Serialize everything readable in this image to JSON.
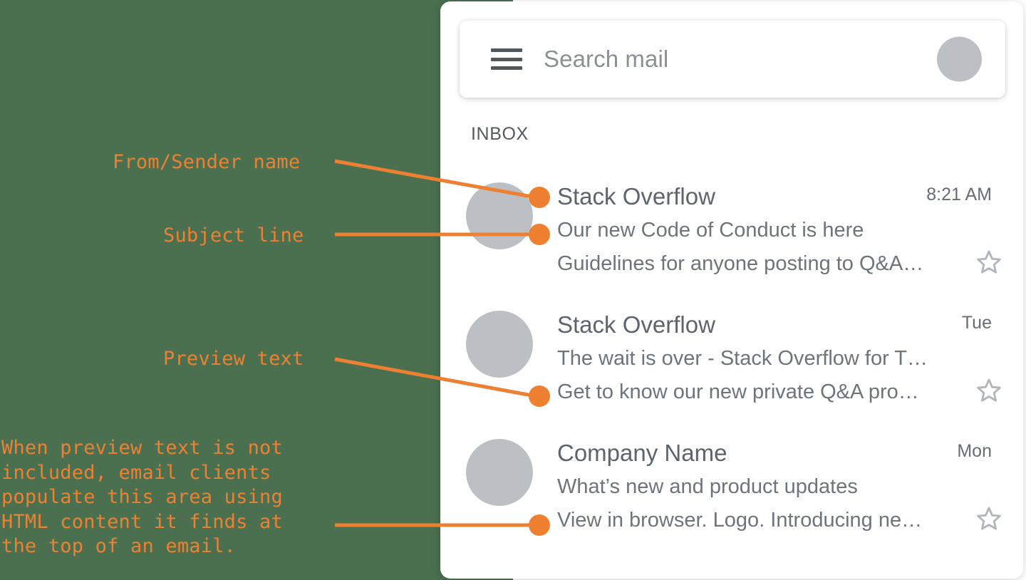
{
  "colors": {
    "backdrop_green": "#4a7050",
    "accent_orange": "#ee8031",
    "avatar_gray": "#bcc0c5",
    "text_gray": "#6e747b",
    "icon_slate": "#53575e",
    "panel_white": "#ffffff"
  },
  "mail_app": {
    "search": {
      "placeholder": "Search mail",
      "menu_icon": "hamburger-menu-icon",
      "avatar_icon": "account-avatar"
    },
    "folder_label": "INBOX",
    "emails": [
      {
        "sender": "Stack Overflow",
        "subject": "Our new Code of Conduct is here",
        "preview": "Guidelines for anyone posting to Q&A…",
        "time": "8:21 AM",
        "starred": false,
        "star_icon": "star-outline-icon"
      },
      {
        "sender": "Stack Overflow",
        "subject": "The wait is over - Stack Overflow for T…",
        "preview": "Get to know our new private Q&A pro…",
        "time": "Tue",
        "starred": false,
        "star_icon": "star-outline-icon"
      },
      {
        "sender": "Company Name",
        "subject": "What’s new and product updates",
        "preview": "View in browser. Logo. Introducing ne…",
        "time": "Mon",
        "starred": false,
        "star_icon": "star-outline-icon"
      }
    ]
  },
  "annotations": {
    "from_sender": "From/Sender name",
    "subject_line": "Subject line",
    "preview_text": "Preview text",
    "paragraph": "When preview text is not\nincluded, email clients\npopulate this area using\nHTML content it finds at\nthe top of an email."
  }
}
